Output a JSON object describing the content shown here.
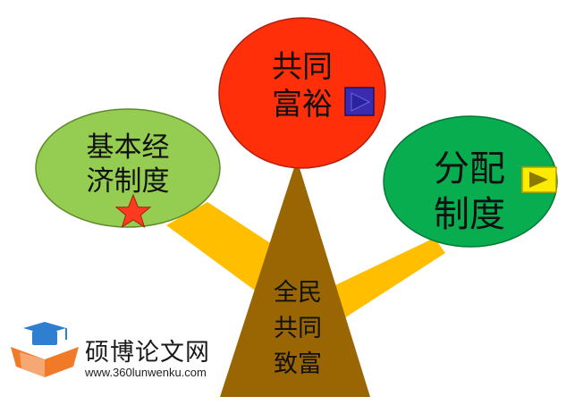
{
  "diagram": {
    "top": {
      "line1": "共同",
      "line2": "富裕",
      "color": "#ff2f0a",
      "arrow_color": "#3a2bb0"
    },
    "left": {
      "line1": "基本经",
      "line2": "济制度",
      "color": "#95cc52",
      "star_color": "#ff3b1f"
    },
    "right": {
      "line1": "分配",
      "line2": "制度",
      "color": "#07ad4f",
      "arrow_color": "#ffea00"
    },
    "trunk": {
      "line1": "全民",
      "line2": "共同",
      "line3": "致富",
      "color": "#9a6503"
    },
    "branch_color": "#ffbf00"
  },
  "watermark": {
    "name": "硕博论文网",
    "url": "www.360lunwenku.com",
    "logo_color_blue": "#2f7fd1",
    "logo_color_orange": "#f07a28"
  }
}
